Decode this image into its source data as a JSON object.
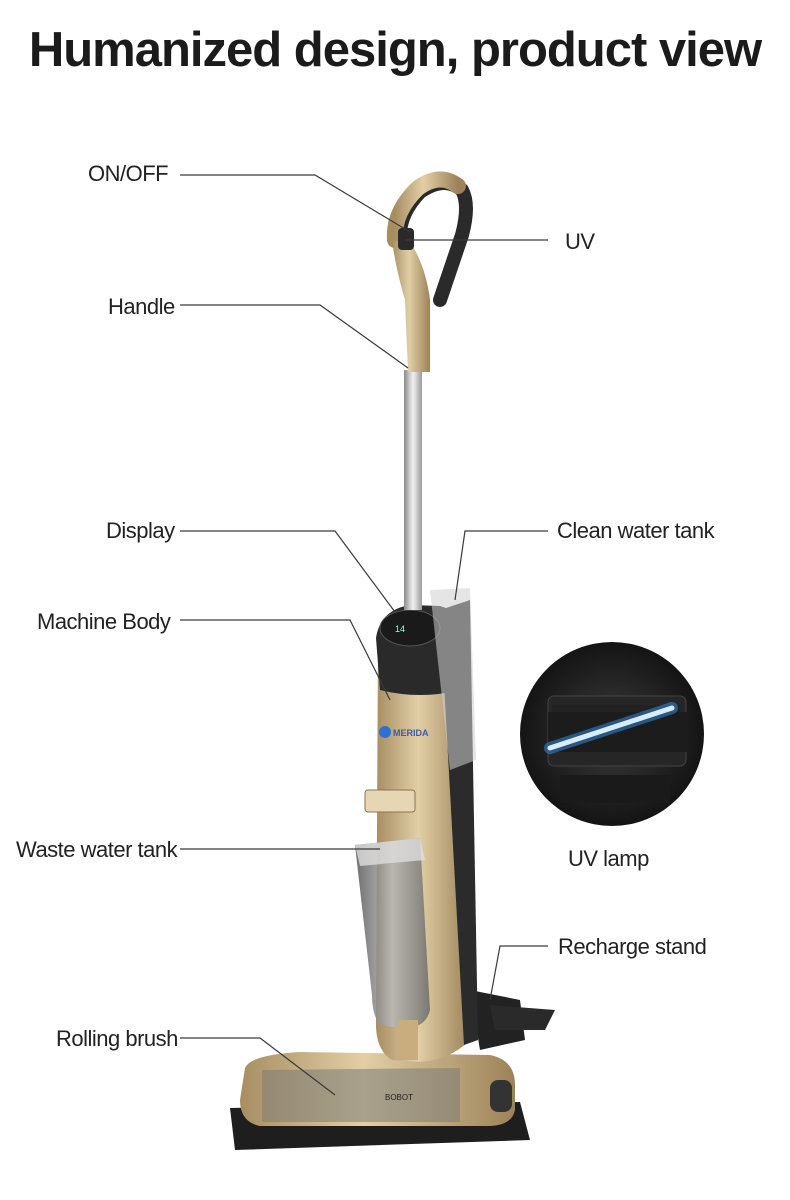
{
  "title": "Humanized design, product view",
  "labels": {
    "on_off": "ON/OFF",
    "uv": "UV",
    "handle": "Handle",
    "display": "Display",
    "clean_water_tank": "Clean water tank",
    "machine_body": "Machine Body",
    "waste_water_tank": "Waste water tank",
    "uv_lamp": "UV lamp",
    "recharge_stand": "Recharge stand",
    "rolling_brush": "Rolling brush"
  },
  "brand": "MERIDA",
  "colors": {
    "gold": "#c9ad7f",
    "dark": "#2b2b2b",
    "line": "#3a3a3a",
    "uv_light": "#3aa0ff"
  }
}
